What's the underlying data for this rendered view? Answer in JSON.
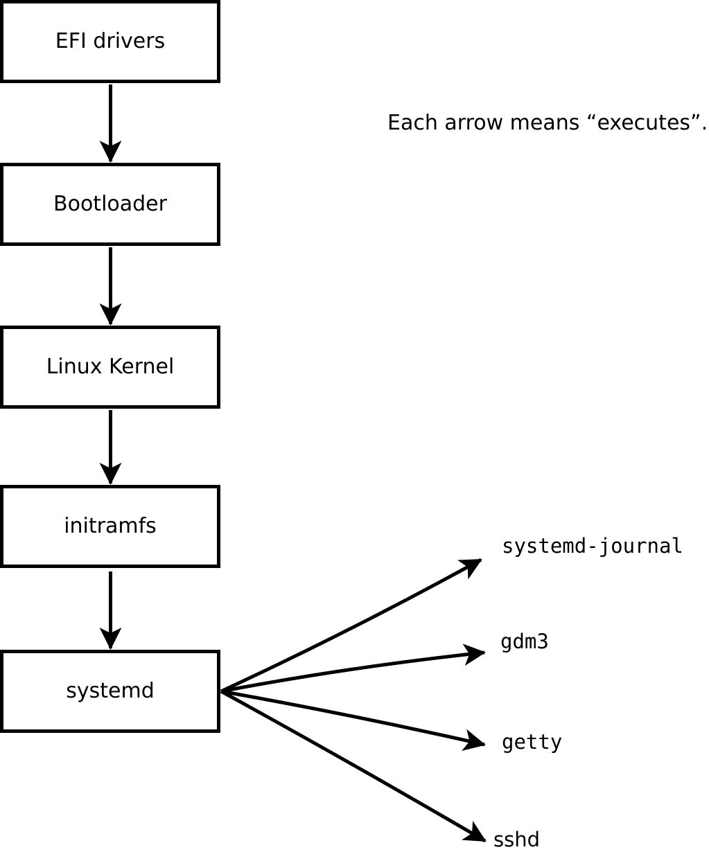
{
  "note": {
    "text": "Each arrow means “executes”."
  },
  "boot_chain": {
    "boxes": [
      {
        "label": "EFI drivers"
      },
      {
        "label": "Bootloader"
      },
      {
        "label": "Linux Kernel"
      },
      {
        "label": "initramfs"
      },
      {
        "label": "systemd"
      }
    ]
  },
  "spawned_processes": [
    {
      "label": "systemd-journal"
    },
    {
      "label": "gdm3"
    },
    {
      "label": "getty"
    },
    {
      "label": "sshd"
    }
  ],
  "colors": {
    "ink": "#000000",
    "paper": "#ffffff"
  }
}
